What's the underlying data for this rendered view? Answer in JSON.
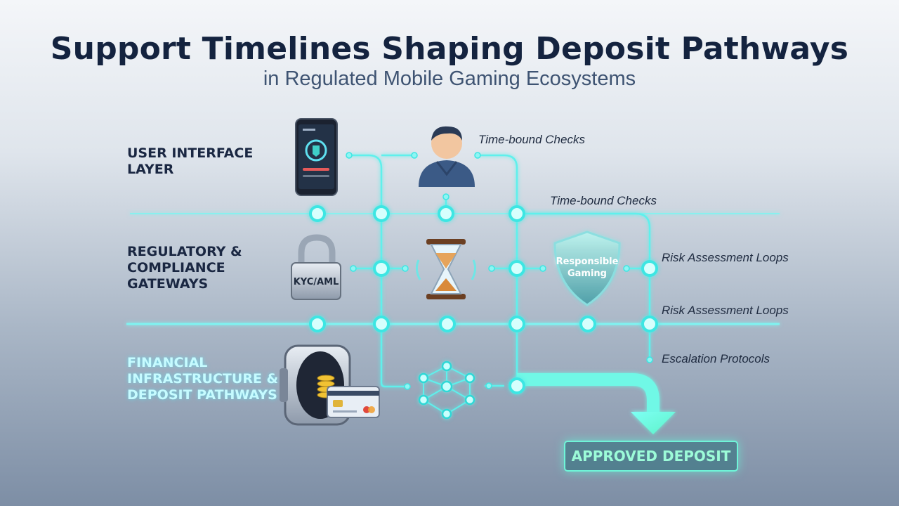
{
  "title": "Support Timelines Shaping Deposit Pathways",
  "subtitle": "in Regulated Mobile Gaming Ecosystems",
  "layers": {
    "ui": "USER INTERFACE LAYER",
    "regulatory": "REGULATORY & COMPLIANCE GATEWAYS",
    "financial": "FINANCIAL INFRASTRUCTURE & DEPOSIT PATHWAYS"
  },
  "annotations": {
    "checks_top": "Time-bound Checks",
    "checks_line": "Time-bound Checks",
    "risk_upper": "Risk Assessment Loops",
    "risk_lower": "Risk Assessment Loops",
    "escalation": "Escalation Protocols"
  },
  "icons": {
    "phone": "smartphone-app-icon",
    "user": "user-hoodie-icon",
    "lock": "padlock-icon",
    "lock_text": "KYC/AML",
    "hourglass": "hourglass-icon",
    "shield": "shield-icon",
    "shield_text": "Responsible Gaming",
    "vault": "vault-coins-icon",
    "card": "credit-card-icon",
    "network": "network-nodes-icon"
  },
  "outcome": "APPROVED DEPOSIT",
  "colors": {
    "title": "#14233f",
    "neon": "#5ff0ec",
    "neon_glow": "#a8fffb",
    "outcome_text": "#9cfbd8"
  }
}
